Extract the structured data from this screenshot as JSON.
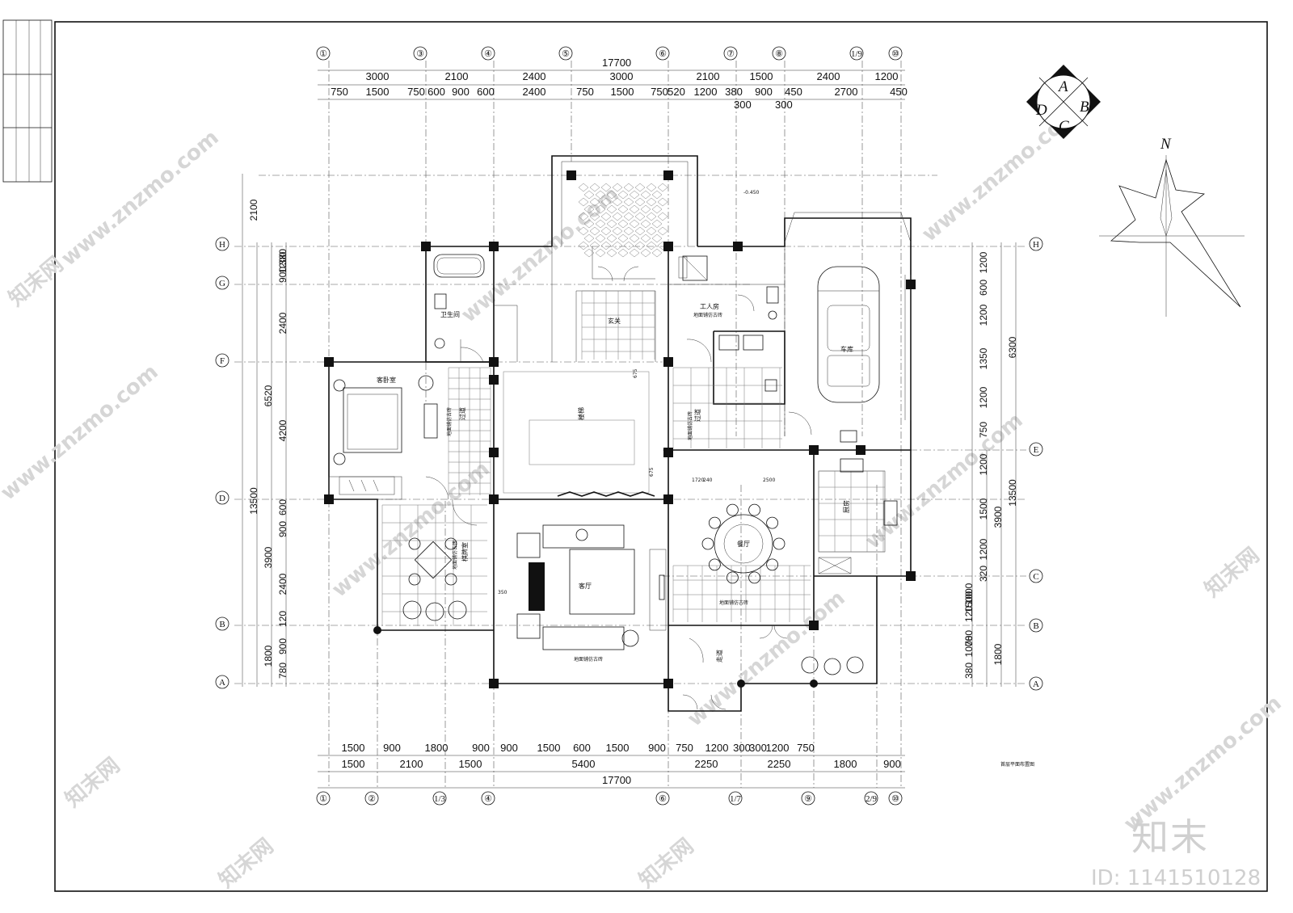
{
  "watermark": {
    "site": "www.znzmo.com",
    "brand_cn": "知末网",
    "brand": "知末",
    "id_label": "ID: 1141510128"
  },
  "drawing": {
    "title": "首层平面布置图",
    "elevation_mark": "-0.450",
    "compass_north": "N",
    "sheet_key": [
      "A",
      "B",
      "C",
      "D"
    ]
  },
  "axes": {
    "top": [
      "①",
      "③",
      "④",
      "⑤",
      "⑥",
      "⑦",
      "⑧",
      "1/9",
      "⑩"
    ],
    "bottom": [
      "①",
      "②",
      "1/3",
      "④",
      "⑥",
      "1/7",
      "⑨",
      "2/9",
      "⑩"
    ],
    "left": [
      "H",
      "G",
      "F",
      "D",
      "B",
      "A"
    ],
    "right": [
      "H",
      "E",
      "C",
      "B",
      "A"
    ]
  },
  "dims": {
    "top_total": "17700",
    "top_row1": [
      "3000",
      "2100",
      "2400",
      "3000",
      "2100",
      "1500",
      "2400",
      "1200"
    ],
    "top_row2": [
      "750",
      "1500",
      "750",
      "600",
      "900",
      "600",
      "2400",
      "750",
      "1500",
      "750",
      "520",
      "1200",
      "380",
      "900",
      "450",
      "2700",
      "450"
    ],
    "top_row2_sub": [
      "300",
      "300"
    ],
    "bottom_row1": [
      "1500",
      "900",
      "1800",
      "900",
      "900",
      "1500",
      "600",
      "1500",
      "900",
      "750",
      "1200",
      "300",
      "300",
      "1200",
      "750"
    ],
    "bottom_row2": [
      "1500",
      "2100",
      "1500",
      "5400",
      "2250",
      "2250",
      "1800",
      "900"
    ],
    "bottom_total": "17700",
    "left_outer": [
      "2100",
      "13500"
    ],
    "left_mid": [
      "6520",
      "3900",
      "1800"
    ],
    "left_inner": [
      "1200",
      "900",
      "380",
      "2400",
      "4200",
      "900",
      "600",
      "2400",
      "120",
      "900",
      "780"
    ],
    "right_outer": [
      "6300",
      "13500"
    ],
    "right_mid": [
      "3900",
      "1800"
    ],
    "right_inner": [
      "1200",
      "600",
      "1200",
      "1350",
      "1200",
      "750",
      "1200",
      "1500",
      "1200",
      "320",
      "1500",
      "1000",
      "120",
      "780",
      "1000",
      "380"
    ],
    "inner_marks": [
      "675",
      "675",
      "350",
      "1720",
      "240",
      "2500"
    ]
  },
  "rooms": [
    {
      "id": "bathroom",
      "label": "卫生间"
    },
    {
      "id": "foyer",
      "label": "玄关"
    },
    {
      "id": "utility",
      "label": "工人房"
    },
    {
      "id": "garage",
      "label": "车库"
    },
    {
      "id": "guest-bedroom",
      "label": "客卧室"
    },
    {
      "id": "hall",
      "label": "过道"
    },
    {
      "id": "stair-hall",
      "label": "楼梯"
    },
    {
      "id": "passage",
      "label": "过道"
    },
    {
      "id": "tea-room",
      "label": "棋牌室"
    },
    {
      "id": "living",
      "label": "客厅"
    },
    {
      "id": "dining",
      "label": "餐厅"
    },
    {
      "id": "kitchen",
      "label": "厨房"
    },
    {
      "id": "corridor",
      "label": "走道"
    }
  ],
  "floor_notes": {
    "tile": "地面铺仿古砖"
  }
}
